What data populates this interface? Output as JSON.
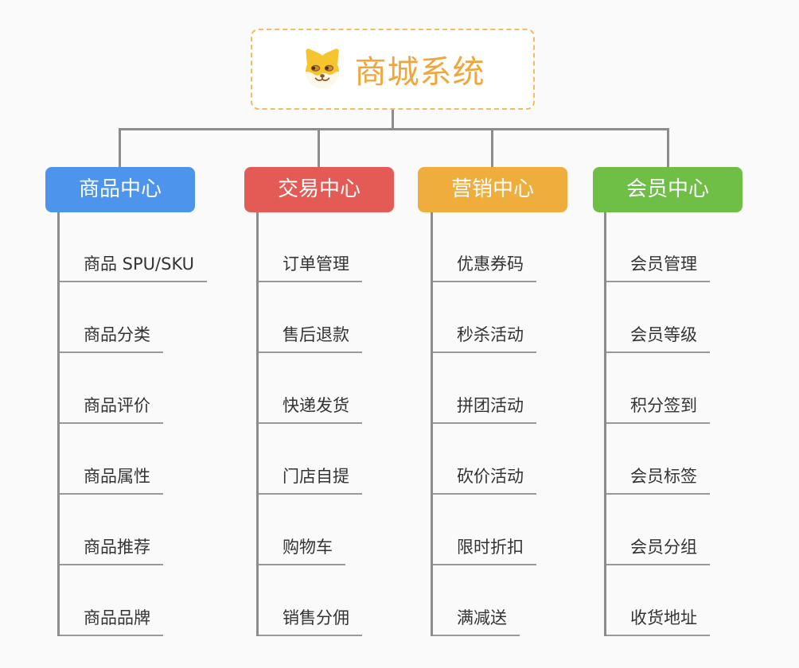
{
  "root": {
    "title": "商城系统",
    "icon": "doge-icon",
    "title_color": "#F0A63C",
    "border_color": "#F3BC64"
  },
  "colors": {
    "background": "#FAFAFA",
    "connector": "#8C8C8C",
    "leaf_underline": "#999999",
    "leaf_text": "#333333"
  },
  "branches": [
    {
      "label": "商品中心",
      "color": "#4D94EC",
      "children": [
        "商品 SPU/SKU",
        "商品分类",
        "商品评价",
        "商品属性",
        "商品推荐",
        "商品品牌"
      ]
    },
    {
      "label": "交易中心",
      "color": "#E45B55",
      "children": [
        "订单管理",
        "售后退款",
        "快递发货",
        "门店自提",
        "购物车",
        "销售分佣"
      ]
    },
    {
      "label": "营销中心",
      "color": "#EFAD3C",
      "children": [
        "优惠券码",
        "秒杀活动",
        "拼团活动",
        "砍价活动",
        "限时折扣",
        "满减送"
      ]
    },
    {
      "label": "会员中心",
      "color": "#6FBE45",
      "children": [
        "会员管理",
        "会员等级",
        "积分签到",
        "会员标签",
        "会员分组",
        "收货地址"
      ]
    }
  ]
}
